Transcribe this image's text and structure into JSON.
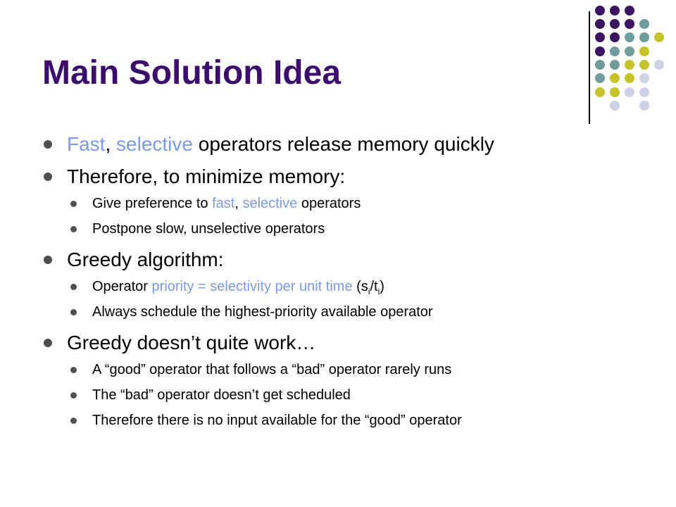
{
  "title": "Main Solution Idea",
  "colors": {
    "title": "#3b0e6b",
    "highlight": "#7b9be0",
    "bullet": "#4f4f4f",
    "dot_purple": "#3b1462",
    "dot_teal": "#6f9c9c",
    "dot_yellow": "#c4c42a",
    "dot_lavender": "#d0d0e6"
  },
  "bullets": [
    {
      "level": 1,
      "parts": [
        {
          "text": "Fast",
          "hl": true
        },
        {
          "text": ", ",
          "hl": false
        },
        {
          "text": "selective",
          "hl": true
        },
        {
          "text": " operators release memory quickly",
          "hl": false
        }
      ]
    },
    {
      "level": 1,
      "parts": [
        {
          "text": "Therefore, to minimize memory:",
          "hl": false
        }
      ]
    },
    {
      "level": 2,
      "parts": [
        {
          "text": "Give preference to ",
          "hl": false
        },
        {
          "text": "fast",
          "hl": true
        },
        {
          "text": ", ",
          "hl": false
        },
        {
          "text": "selective",
          "hl": true
        },
        {
          "text": " operators",
          "hl": false
        }
      ]
    },
    {
      "level": 2,
      "parts": [
        {
          "text": "Postpone slow, unselective operators",
          "hl": false
        }
      ]
    },
    {
      "level": 1,
      "parts": [
        {
          "text": "Greedy algorithm:",
          "hl": false
        }
      ]
    },
    {
      "level": 2,
      "parts": [
        {
          "text": "Operator ",
          "hl": false
        },
        {
          "text": "priority = selectivity per unit time",
          "hl": true
        },
        {
          "text": " (s",
          "hl": false
        },
        {
          "text": "i",
          "sub": true
        },
        {
          "text": "/t",
          "hl": false
        },
        {
          "text": "i",
          "sub": true
        },
        {
          "text": ")",
          "hl": false
        }
      ]
    },
    {
      "level": 2,
      "parts": [
        {
          "text": "Always schedule the highest-priority available operator",
          "hl": false
        }
      ]
    },
    {
      "level": 1,
      "parts": [
        {
          "text": "Greedy doesn’t quite work…",
          "hl": false
        }
      ]
    },
    {
      "level": 2,
      "parts": [
        {
          "text": "A “good” operator that follows a “bad” operator rarely runs",
          "hl": false
        }
      ]
    },
    {
      "level": 2,
      "parts": [
        {
          "text": "The “bad” operator doesn’t get scheduled",
          "hl": false
        }
      ]
    },
    {
      "level": 2,
      "parts": [
        {
          "text": "Therefore there is no input available for the “good” operator",
          "hl": false
        }
      ]
    }
  ]
}
